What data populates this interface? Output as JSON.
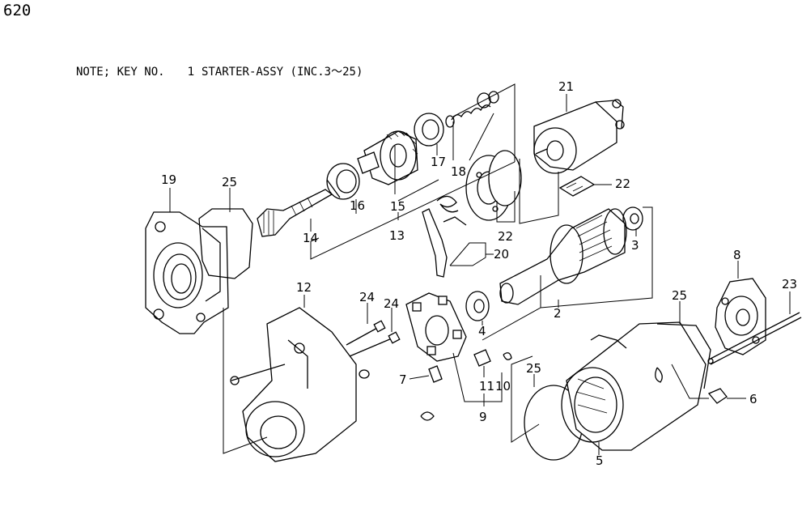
{
  "page_number": "620",
  "note": {
    "prefix": "NOTE; KEY NO.",
    "key": "1",
    "text": "STARTER-ASSY (INC.3～25)"
  },
  "callouts": [
    "2",
    "3",
    "4",
    "5",
    "6",
    "7",
    "8",
    "9",
    "10",
    "11",
    "12",
    "13",
    "14",
    "15",
    "16",
    "17",
    "18",
    "19",
    "20",
    "21",
    "22",
    "22",
    "23",
    "24",
    "24",
    "25",
    "25",
    "25"
  ]
}
